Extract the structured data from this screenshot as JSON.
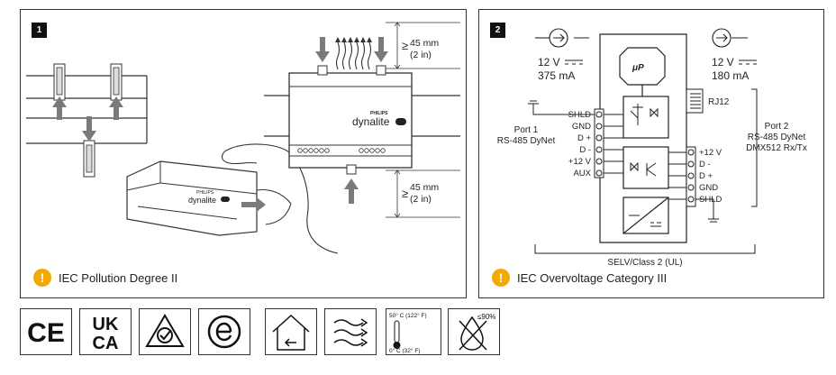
{
  "panel1": {
    "badge": "1",
    "note": "IEC Pollution Degree II",
    "clearance_top": "45 mm",
    "clearance_top_in": "(2 in)",
    "clearance_bottom": "45 mm",
    "clearance_bottom_in": "(2 in)",
    "geq": "≥",
    "brand_small": "PHILIPS",
    "brand_large": "dynalite"
  },
  "panel2": {
    "badge": "2",
    "note": "IEC Overvoltage Category III",
    "input_voltage": "12 V",
    "input_current": "375 mA",
    "output_voltage": "12 V",
    "output_current": "180 mA",
    "processor": "μP",
    "rj12": "RJ12",
    "port1_title": "Port 1",
    "port1_sub": "RS-485 DyNet",
    "port1_pins": [
      "SHLD",
      "GND",
      "D +",
      "D -",
      "+12 V",
      "AUX"
    ],
    "port2_title": "Port 2",
    "port2_sub1": "RS-485 DyNet",
    "port2_sub2": "DMX512 Rx/Tx",
    "port2_pins": [
      "+12 V",
      "D -",
      "D +",
      "GND",
      "SHLD"
    ],
    "selv": "SELV/Class 2 (UL)"
  },
  "certs": {
    "ce": "CE",
    "ukca_top": "UK",
    "ukca_bottom": "CA",
    "temp_high": "50° C (122° F)",
    "temp_low": "0° C (32° F)",
    "humidity": "≤90%"
  },
  "icons": [
    "ce-mark-icon",
    "ukca-mark-icon",
    "rcm-mark-icon",
    "eac-mark-icon",
    "indoor-use-icon",
    "ventilation-icon",
    "temperature-range-icon",
    "humidity-icon"
  ]
}
